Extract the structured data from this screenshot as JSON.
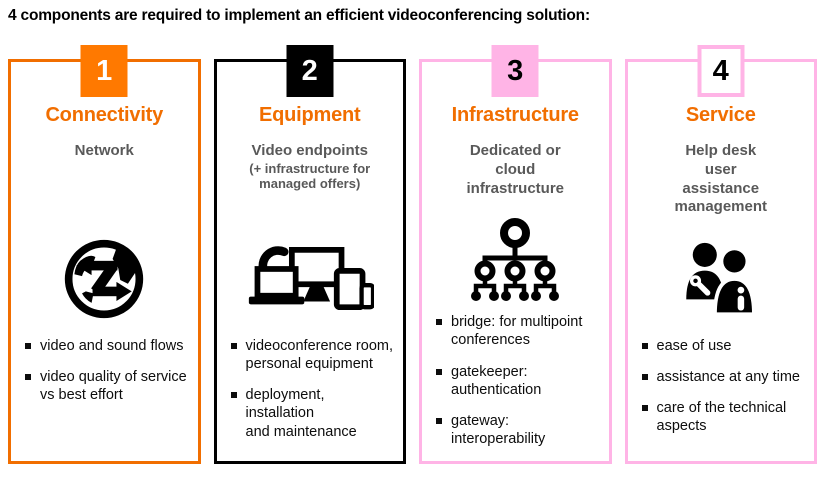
{
  "title": "4 components are required to implement an efficient videoconferencing solution:",
  "colors": {
    "orange_badge": "#FF7900",
    "orange_text_border": "#F16E00",
    "pink": "#FFB4E6",
    "black": "#000000",
    "subtitle_gray": "#595959",
    "bullet_text": "#0d0d0d",
    "background": "#FFFFFF"
  },
  "cards": [
    {
      "number": "1",
      "heading": "Connectivity",
      "subtitle": "Network",
      "icon": "globe-data-exchange-icon",
      "bullets": [
        "video and sound flows",
        "video quality of service vs best effort"
      ]
    },
    {
      "number": "2",
      "heading": "Equipment",
      "subtitle": "Video endpoints",
      "note": "(+ infrastructure for\nmanaged offers)",
      "icon": "devices-icon",
      "bullets": [
        "videoconference room, personal equipment",
        "deployment, installation\nand maintenance"
      ]
    },
    {
      "number": "3",
      "heading": "Infrastructure",
      "subtitle": "Dedicated or\ncloud\ninfrastructure",
      "icon": "hierarchy-network-icon",
      "bullets": [
        "bridge: for multipoint conferences",
        "gatekeeper: authentication",
        "gateway: interoperability"
      ]
    },
    {
      "number": "4",
      "heading": "Service",
      "subtitle": "Help desk\nuser\nassistance\nmanagement",
      "icon": "support-people-icon",
      "bullets": [
        "ease of use",
        "assistance at any time",
        "care of the technical aspects"
      ]
    }
  ]
}
